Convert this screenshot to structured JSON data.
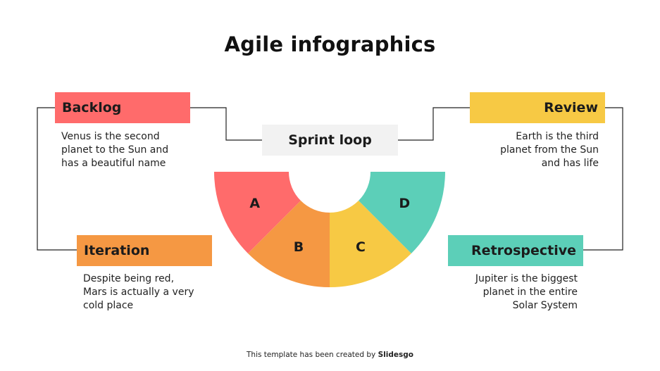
{
  "title": "Agile infographics",
  "center": {
    "label": "Sprint loop"
  },
  "stages": {
    "backlog": {
      "label": "Backlog",
      "color": "#ff6b6b",
      "lines": [
        "Venus is the second",
        "planet to the Sun and",
        "has a beautiful name"
      ]
    },
    "iteration": {
      "label": "Iteration",
      "color": "#f59843",
      "lines": [
        "Despite being red,",
        "Mars is actually a very",
        "cold place"
      ]
    },
    "review": {
      "label": "Review",
      "color": "#f7c944",
      "lines": [
        "Earth is the third",
        "planet from the Sun",
        "and has life"
      ]
    },
    "retrospective": {
      "label": "Retrospective",
      "color": "#5ccfb8",
      "lines": [
        "Jupiter is the biggest",
        "planet in the entire",
        "Solar System"
      ]
    }
  },
  "arc_segments": [
    {
      "letter": "A",
      "color": "#ff6b6b"
    },
    {
      "letter": "B",
      "color": "#f59843"
    },
    {
      "letter": "C",
      "color": "#f7c944"
    },
    {
      "letter": "D",
      "color": "#5ccfb8"
    }
  ],
  "footer": {
    "prefix": "This template has been created by ",
    "brand": "Slidesgo"
  }
}
